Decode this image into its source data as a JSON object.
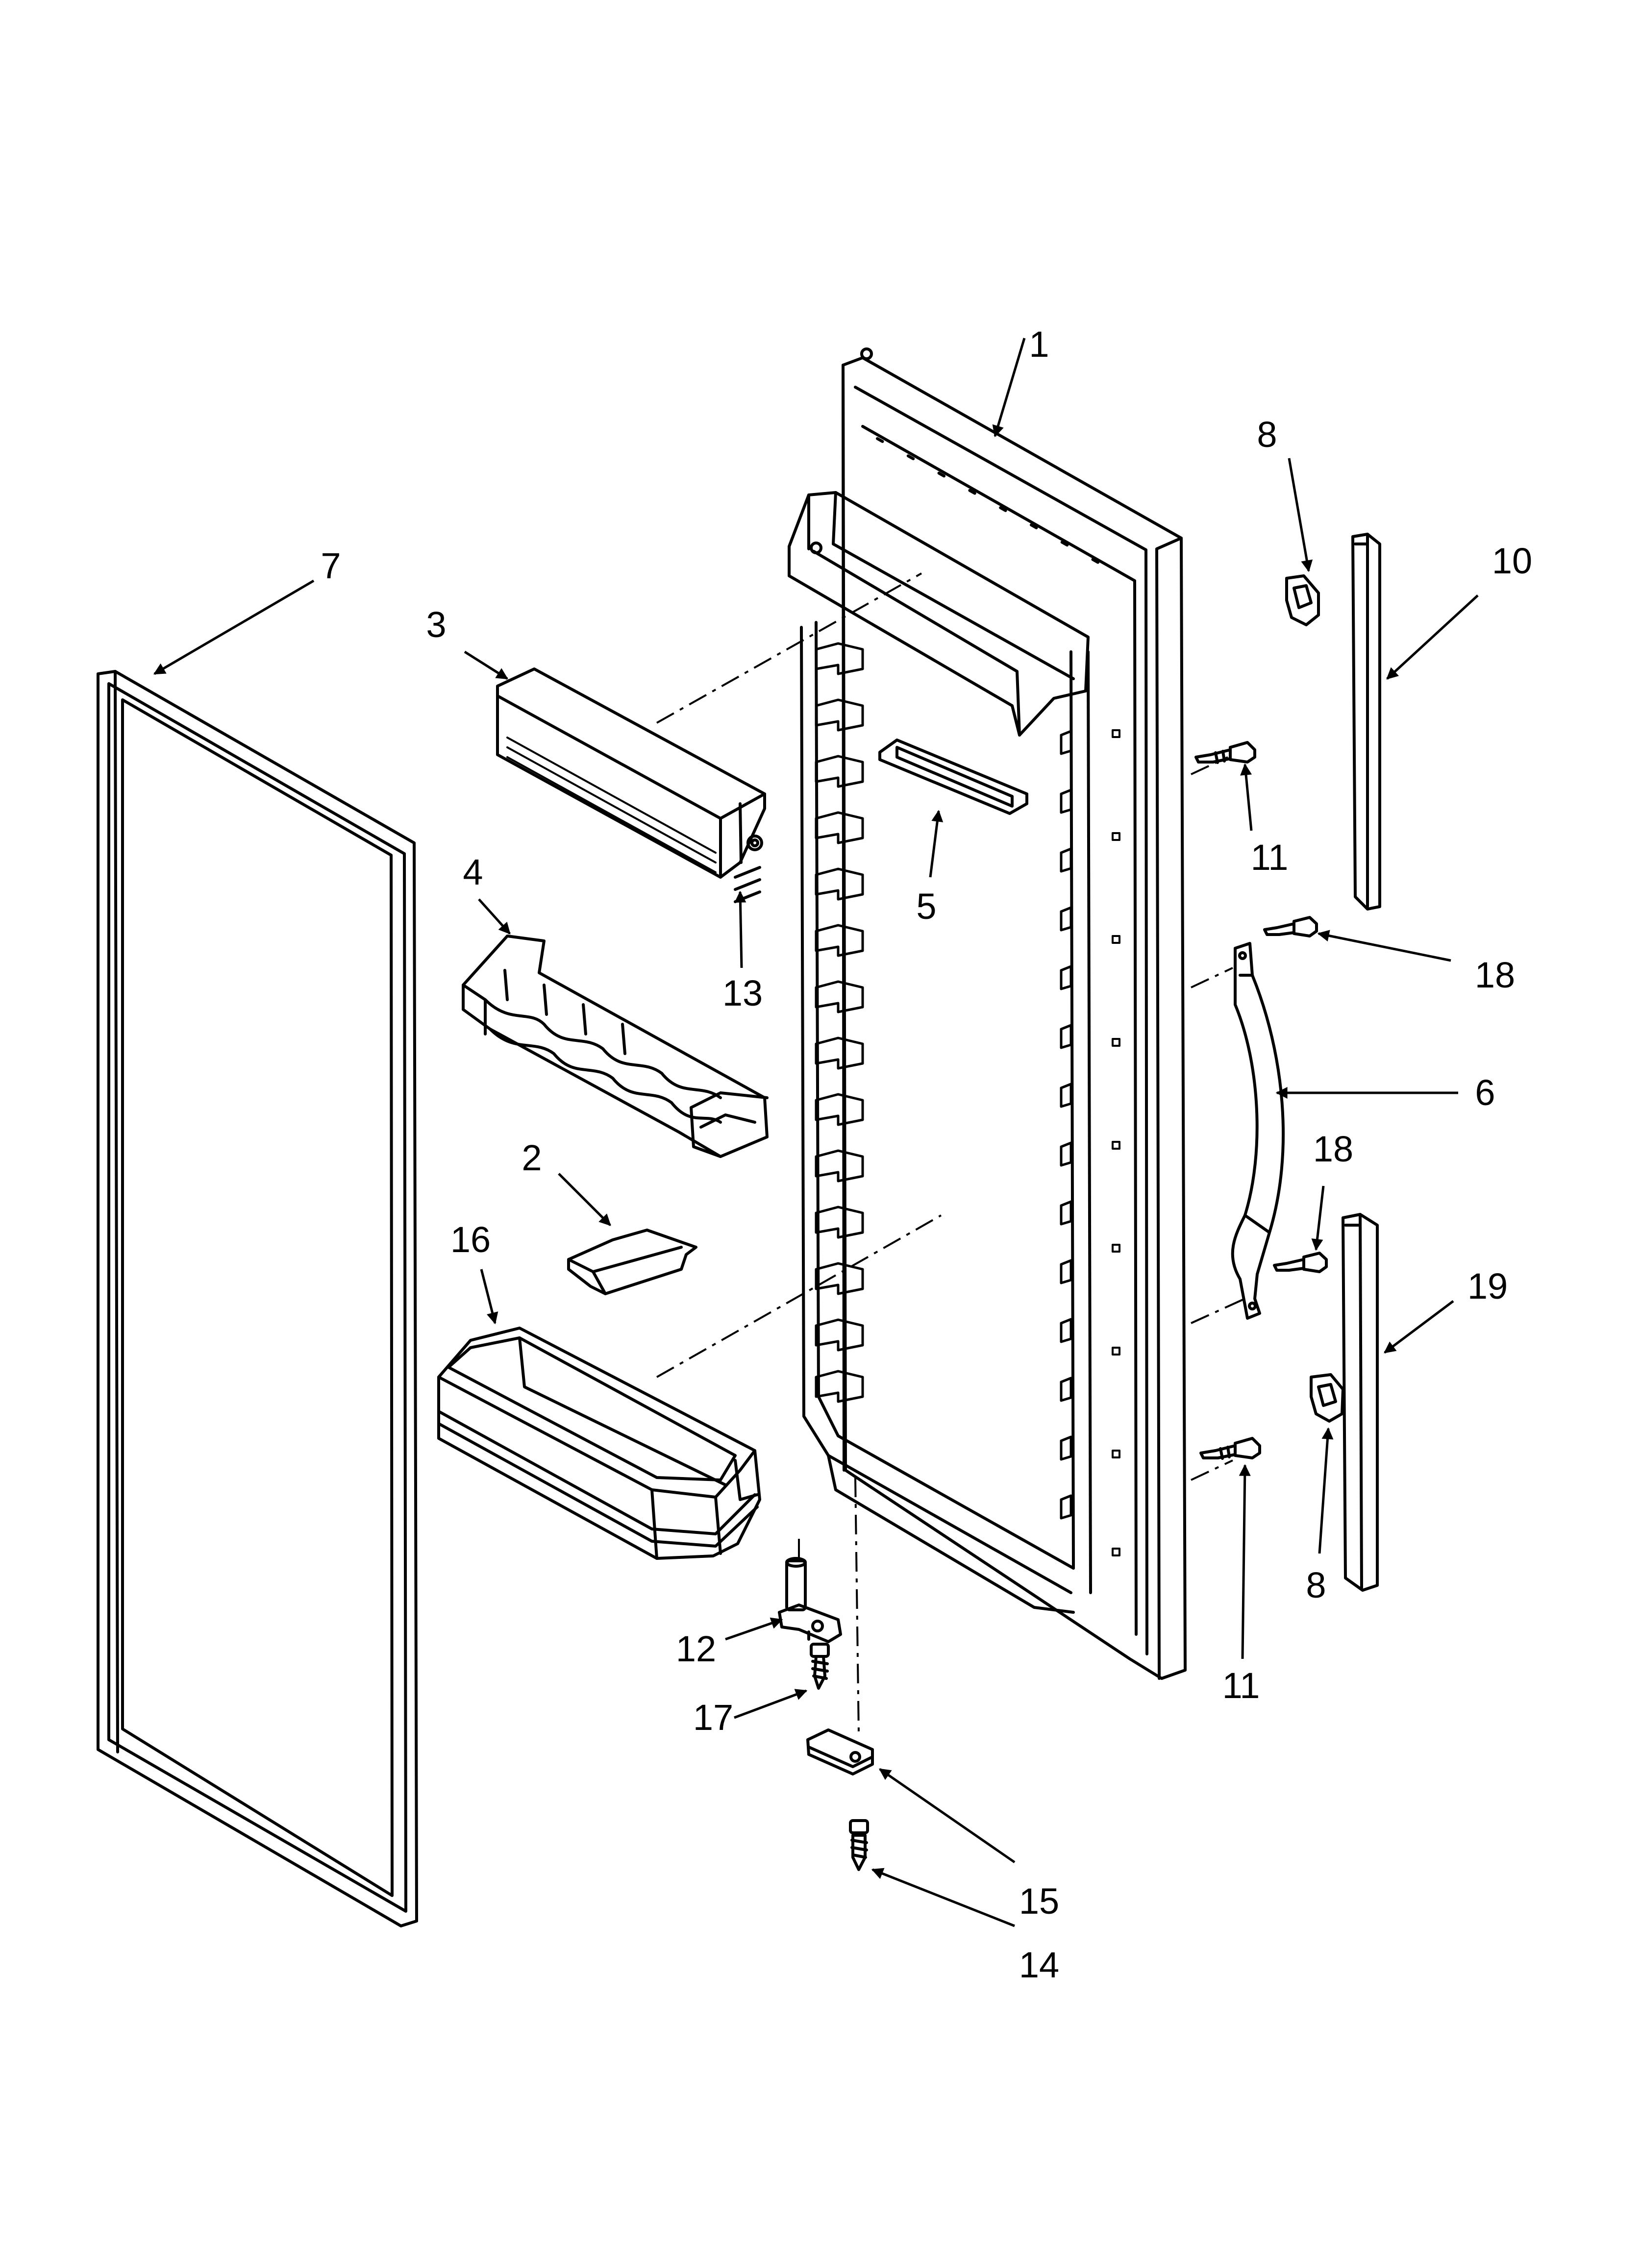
{
  "diagram": {
    "callouts": {
      "c1": "1",
      "c2": "2",
      "c3": "3",
      "c4": "4",
      "c5": "5",
      "c6": "6",
      "c7": "7",
      "c8a": "8",
      "c8b": "8",
      "c10": "10",
      "c11a": "11",
      "c11b": "11",
      "c12": "12",
      "c13": "13",
      "c14": "14",
      "c15": "15",
      "c16": "16",
      "c17": "17",
      "c18a": "18",
      "c18b": "18",
      "c19": "19"
    },
    "colors": {
      "line": "#000000",
      "background": "#ffffff"
    }
  }
}
